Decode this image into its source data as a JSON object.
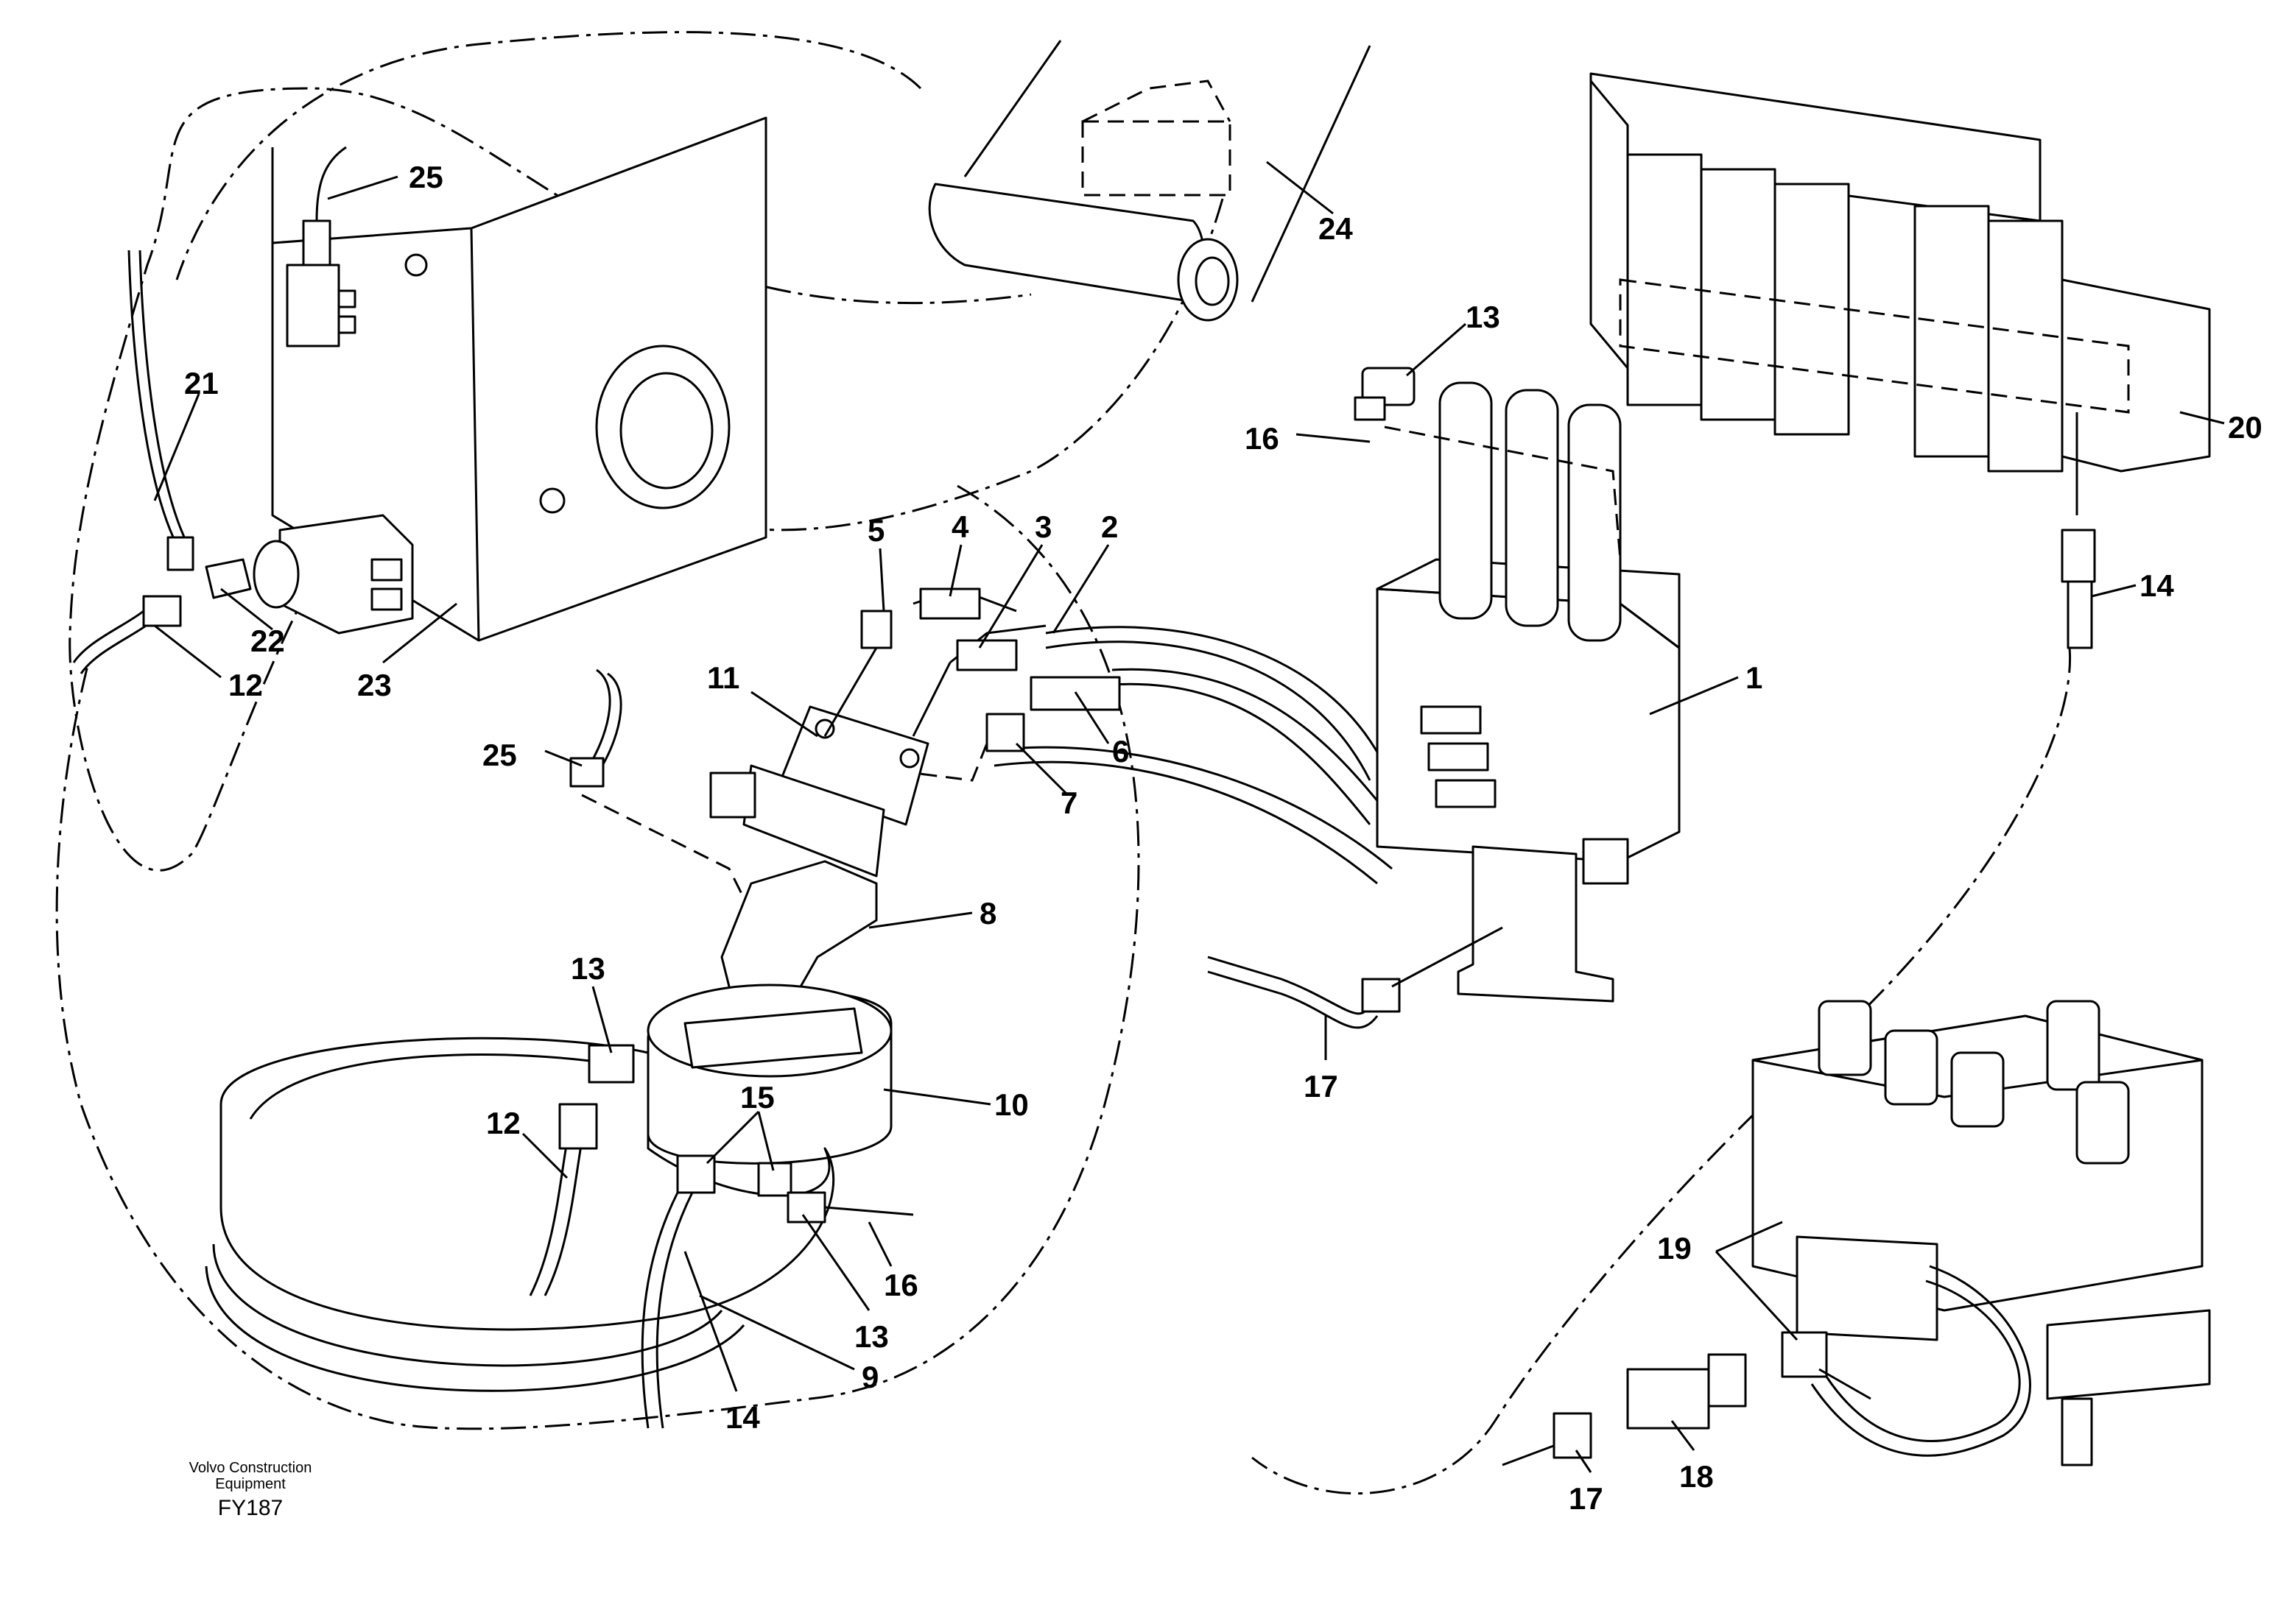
{
  "diagram": {
    "credit": {
      "line1": "Volvo Construction",
      "line2": "Equipment",
      "code": "FY187"
    },
    "callouts": {
      "c1": "1",
      "c2": "2",
      "c3": "3",
      "c4": "4",
      "c5": "5",
      "c6": "6",
      "c7": "7",
      "c8": "8",
      "c9": "9",
      "c10": "10",
      "c11": "11",
      "c12a": "12",
      "c12b": "12",
      "c13a": "13",
      "c13b": "13",
      "c13c": "13",
      "c14a": "14",
      "c14b": "14",
      "c15": "15",
      "c16a": "16",
      "c16b": "16",
      "c17a": "17",
      "c17b": "17",
      "c18": "18",
      "c19": "19",
      "c20": "20",
      "c21": "21",
      "c22": "22",
      "c23": "23",
      "c24": "24",
      "c25a": "25",
      "c25b": "25"
    }
  }
}
